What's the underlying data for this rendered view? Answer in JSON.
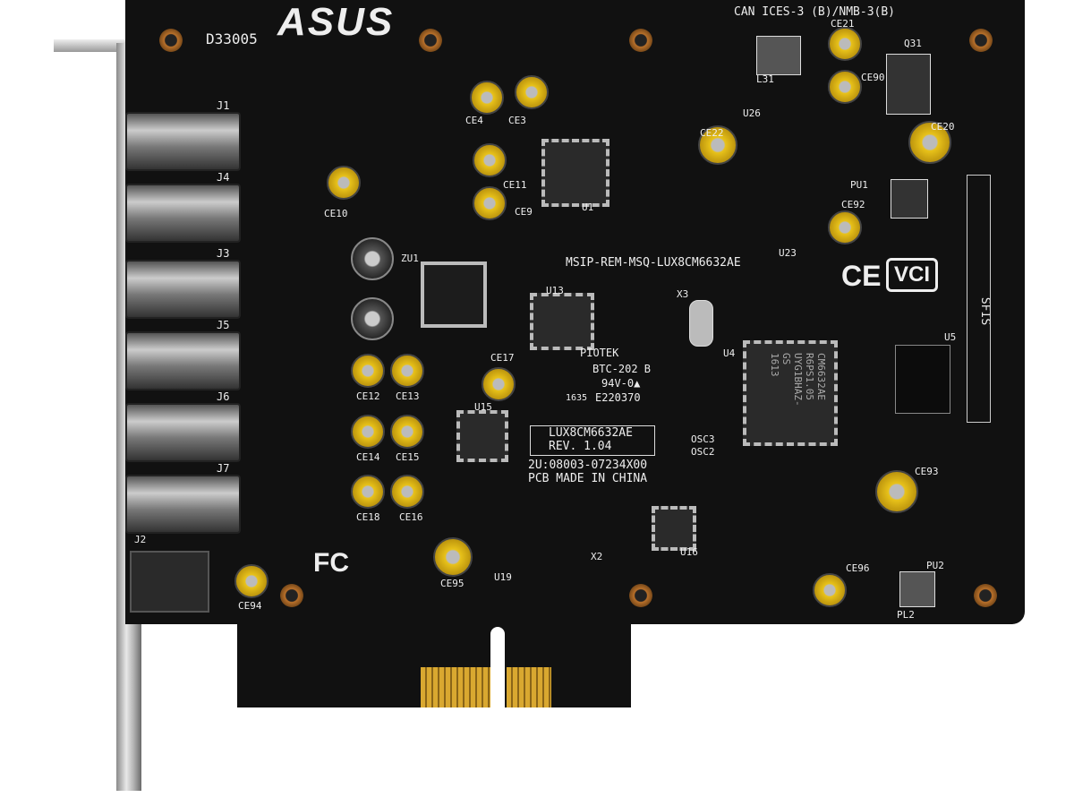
{
  "logo": {
    "brand": "ASUS",
    "cert": "D33005"
  },
  "compliance": "CAN ICES-3 (B)/NMB-3(B)",
  "msip": "MSIP-REM-MSQ-LUX8CM6632AE",
  "jacks": [
    "J1",
    "J4",
    "J3",
    "J5",
    "J6",
    "J7"
  ],
  "optical": "J2",
  "board": {
    "model": "LUX8CM6632AE",
    "rev": "REV. 1.04",
    "part": "2U:08003-07234X00",
    "origin": "PCB MADE IN CHINA"
  },
  "pcb_maker": {
    "name": "PIOTEK",
    "type": "BTC-202 B",
    "rating": "94V-0▲",
    "ul": "E220370",
    "date": "1635"
  },
  "codec": {
    "lines": [
      "CM6632AE",
      "R6PS1.05",
      "UYG1BHAZ-GS",
      "1613"
    ]
  },
  "marks": {
    "ce": "CE",
    "vci": "VCI",
    "fc": "FC",
    "sfis": "SFIS"
  },
  "refs": [
    "U1",
    "U13",
    "U15",
    "U16",
    "U19",
    "U23",
    "U26",
    "U4",
    "U5",
    "X2",
    "X3",
    "L31",
    "Q31",
    "PU1",
    "PU2",
    "PL2",
    "CE3",
    "CE4",
    "CE9",
    "CE10",
    "CE11",
    "CE12",
    "CE13",
    "CE14",
    "CE15",
    "CE16",
    "CE17",
    "CE18",
    "CE20",
    "CE21",
    "CE22",
    "CE90",
    "CE92",
    "CE93",
    "CE94",
    "CE95",
    "CE96",
    "ZU1",
    "OSC2",
    "OSC3"
  ]
}
